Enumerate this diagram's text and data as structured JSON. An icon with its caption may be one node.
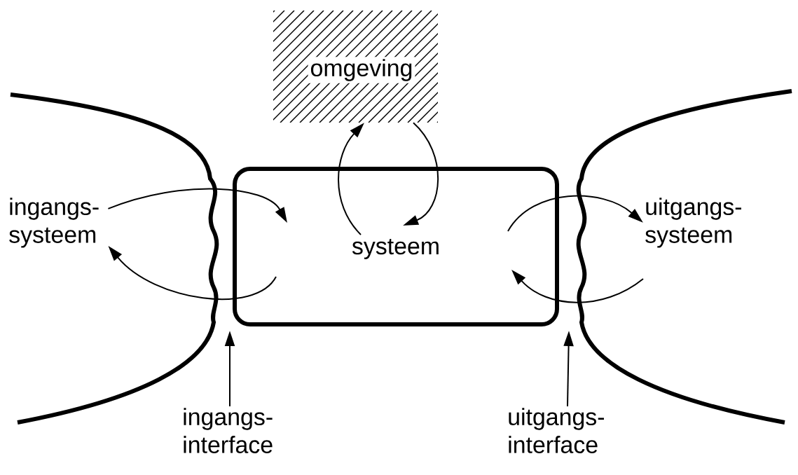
{
  "diagram": {
    "nodes": [
      {
        "text": [
          "omgeving"
        ]
      },
      {
        "text": [
          "systeem"
        ]
      },
      {
        "text": [
          "ingangs- systeem"
        ]
      },
      {
        "text": [
          "uitgangs- systeem"
        ]
      },
      {
        "text": [
          "ingangs- interface"
        ]
      },
      {
        "text": [
          "uitgangs- interface"
        ]
      }
    ],
    "edges": [
      {
        "from": 2,
        "to": 1,
        "arrow": "to"
      },
      {
        "from": 1,
        "to": 2,
        "arrow": "to"
      },
      {
        "from": 1,
        "to": 0,
        "arrow": "to"
      },
      {
        "from": 0,
        "to": 1,
        "arrow": "to"
      },
      {
        "from": 1,
        "to": 3,
        "arrow": "to"
      },
      {
        "from": 3,
        "to": 1,
        "arrow": "to"
      },
      {
        "from": 4,
        "to": null,
        "arrow": "to"
      },
      {
        "from": 5,
        "to": null,
        "arrow": "to"
      }
    ]
  }
}
